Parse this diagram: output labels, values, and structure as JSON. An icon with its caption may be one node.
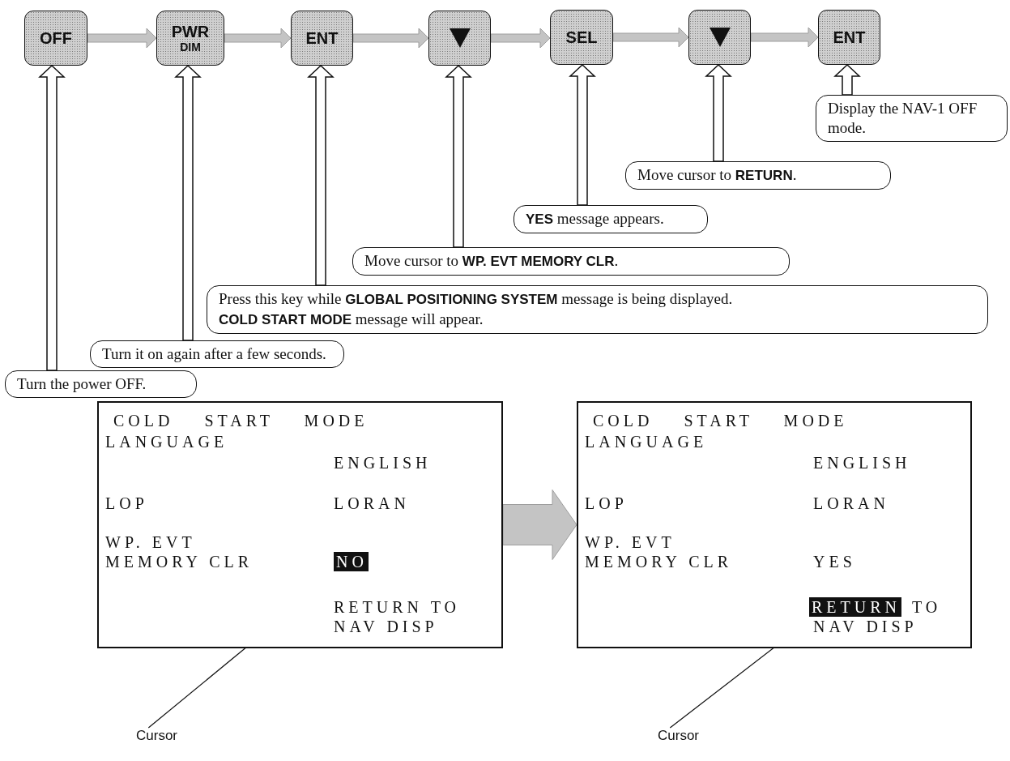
{
  "diagram": {
    "nodes": [
      {
        "text": [
          "OFF"
        ]
      },
      {
        "text": [
          "PWR",
          "DIM"
        ]
      },
      {
        "text": [
          "ENT"
        ]
      },
      {
        "text": [],
        "shape": "box"
      },
      {
        "text": [
          "SEL"
        ]
      },
      {
        "text": [],
        "shape": "box"
      },
      {
        "text": [
          "ENT"
        ]
      },
      {
        "text": [
          "Display the NAV-1 OFF mode."
        ]
      },
      {
        "text": [
          "Move cursor to **RETURN**."
        ]
      },
      {
        "text": [
          "**YES** message appears."
        ]
      },
      {
        "text": [
          "Move cursor to **WP. EVT MEMORY CLR**."
        ]
      },
      {
        "text": [
          "Press this key while **GLOBAL POSITIONING SYSTEM** message is being displayed.",
          "**COLD START MODE** message will appear."
        ]
      },
      {
        "text": [
          "Turn it on again after a few seconds."
        ]
      },
      {
        "text": [
          "Turn the power OFF."
        ]
      },
      {
        "text": [
          "COLD START MODE",
          "LANGUAGE",
          "ENGLISH",
          "LOP",
          "LORAN",
          "WP. EVT MEMORY CLR",
          "RETURN TO NAV DISP"
        ]
      },
      {
        "text": [
          "NO"
        ],
        "in": 14
      },
      {
        "text": [
          "Cursor"
        ]
      },
      {
        "text": [
          "COLD START MODE",
          "LANGUAGE",
          "ENGLISH",
          "LOP",
          "LORAN",
          "WP. EVT MEMORY CLR",
          "YES",
          "TO",
          "NAV DISP"
        ]
      },
      {
        "text": [
          "RETURN"
        ],
        "in": 17
      },
      {
        "text": [
          "Cursor"
        ]
      }
    ],
    "edges": [
      {
        "from": 0,
        "to": 1,
        "arrow": "to",
        "style": "thick",
        "color": "#c4c4c4"
      },
      {
        "from": 1,
        "to": 2,
        "arrow": "to",
        "style": "thick",
        "color": "#c4c4c4"
      },
      {
        "from": 2,
        "to": 3,
        "arrow": "to",
        "style": "thick",
        "color": "#c4c4c4"
      },
      {
        "from": 3,
        "to": 4,
        "arrow": "to",
        "style": "thick",
        "color": "#c4c4c4"
      },
      {
        "from": 4,
        "to": 5,
        "arrow": "to",
        "style": "thick",
        "color": "#c4c4c4"
      },
      {
        "from": 5,
        "to": 6,
        "arrow": "to",
        "style": "thick",
        "color": "#c4c4c4"
      },
      {
        "from": 13,
        "to": 0,
        "arrow": "to",
        "style": "thick"
      },
      {
        "from": 12,
        "to": 1,
        "arrow": "to",
        "style": "thick"
      },
      {
        "from": 11,
        "to": 2,
        "arrow": "to",
        "style": "thick"
      },
      {
        "from": 10,
        "to": 3,
        "arrow": "to",
        "style": "thick"
      },
      {
        "from": 9,
        "to": 4,
        "arrow": "to",
        "style": "thick"
      },
      {
        "from": 8,
        "to": 5,
        "arrow": "to",
        "style": "thick"
      },
      {
        "from": 7,
        "to": 6,
        "arrow": "to",
        "style": "thick"
      },
      {
        "from": 14,
        "to": 17,
        "arrow": "to",
        "style": "thick",
        "color": "#c4c4c4"
      },
      {
        "from": 16,
        "to": 15,
        "arrow": "none"
      },
      {
        "from": 19,
        "to": 18,
        "arrow": "none"
      }
    ]
  }
}
